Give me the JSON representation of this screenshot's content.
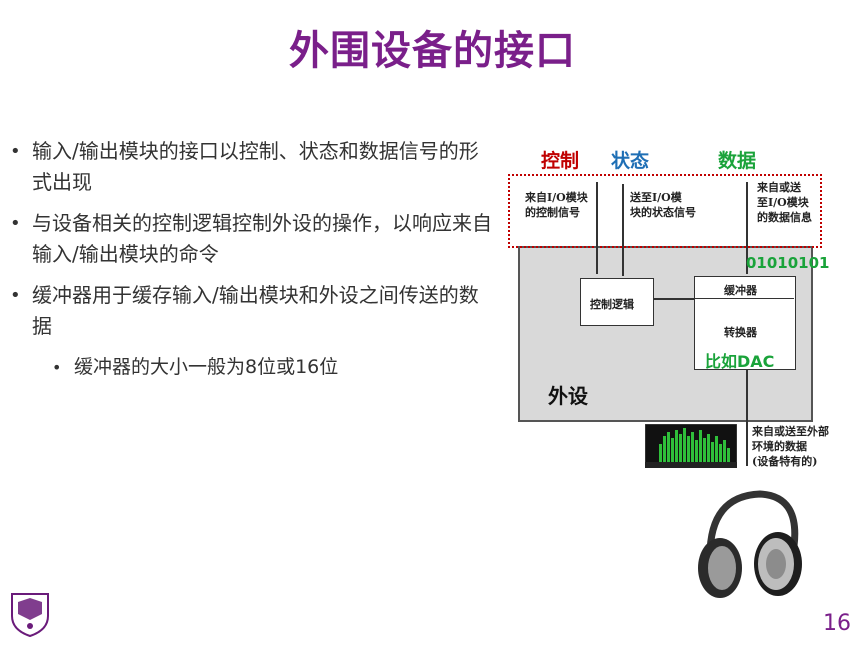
{
  "slide": {
    "title": "外围设备的接口",
    "bullets": [
      "输入/输出模块的接口以控制、状态和数据信号的形式出现",
      "与设备相关的控制逻辑控制外设的操作，以响应来自输入/输出模块的命令",
      "缓冲器用于缓存输入/输出模块和外设之间传送的数据"
    ],
    "sub_bullets": [
      "缓冲器的大小一般为8位或16位"
    ],
    "page_number": "16"
  },
  "diagram": {
    "label_control": "控制",
    "label_status": "状态",
    "label_data": "数据",
    "signal_control": "来自I/O模块\n的控制信号",
    "signal_status": "送至I/O模\n块的状态信号",
    "signal_data": "来自或送\n至I/O模块\n的数据信息",
    "control_logic": "控制逻辑",
    "buffer": "缓冲器",
    "converter": "转换器",
    "binary_example": "01010101",
    "dac_example": "比如DAC",
    "peripheral": "外设",
    "external_data": "来自或送至外部\n环境的数据\n(设备特有的)",
    "colors": {
      "control": "#c00000",
      "status": "#1f6fb5",
      "data": "#1aa33a",
      "title": "#7a1f8a"
    }
  }
}
